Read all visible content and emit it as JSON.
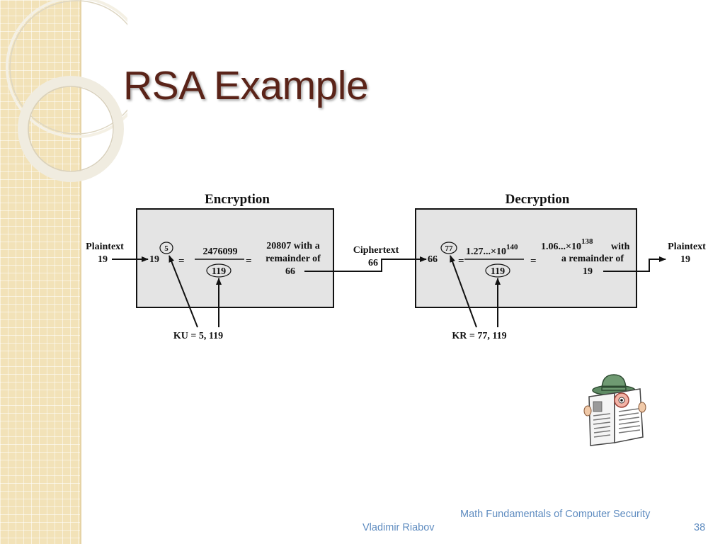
{
  "slide": {
    "title": "RSA Example",
    "footer": {
      "author": "Vladimir Riabov",
      "course": "Math Fundamentals of Computer Security",
      "page_number": "38"
    }
  },
  "diagram": {
    "encryption": {
      "heading": "Encryption",
      "input_label": "Plaintext",
      "input_value": "19",
      "base": "19",
      "exponent": "5",
      "numerator": "2476099",
      "modulus": "119",
      "equals": "=",
      "result_line1": "20807 with a",
      "result_line2": "remainder of",
      "result_line3": "66",
      "key_label": "KU = 5, 119"
    },
    "ciphertext": {
      "label": "Ciphertext",
      "value": "66"
    },
    "decryption": {
      "heading": "Decryption",
      "base": "66",
      "exponent": "77",
      "numerator_base": "1.27...×10",
      "numerator_exp": "140",
      "modulus": "119",
      "equals": "=",
      "quotient_base": "1.06...×10",
      "quotient_exp": "138",
      "result_with": "with",
      "result_line2": "a remainder of",
      "result_line3": "19",
      "output_label": "Plaintext",
      "output_value": "19",
      "key_label": "KR = 77, 119"
    }
  },
  "colors": {
    "title": "#5a2318",
    "footer_text": "#5f8cc0",
    "stripe": "#f2e2b8",
    "box_fill": "#e4e4e4"
  },
  "icons": [
    "decorative-rings",
    "spy-reading-newspaper-icon"
  ]
}
